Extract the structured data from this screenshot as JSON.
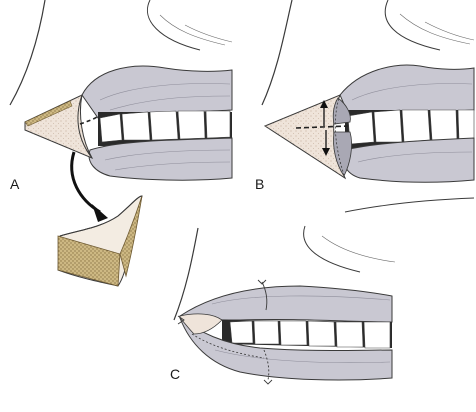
{
  "figure": {
    "panels": [
      {
        "id": "A",
        "label": "A"
      },
      {
        "id": "B",
        "label": "B"
      },
      {
        "id": "C",
        "label": "C"
      }
    ],
    "colors": {
      "lip": "#c9c8d2",
      "lip_shade": "#a9a8b4",
      "skin_line": "#3a3a3a",
      "wound": "#efe4da",
      "graft_edge": "#b8a271",
      "teeth": "#ffffff",
      "gum_dark": "#2a2a2a"
    }
  }
}
